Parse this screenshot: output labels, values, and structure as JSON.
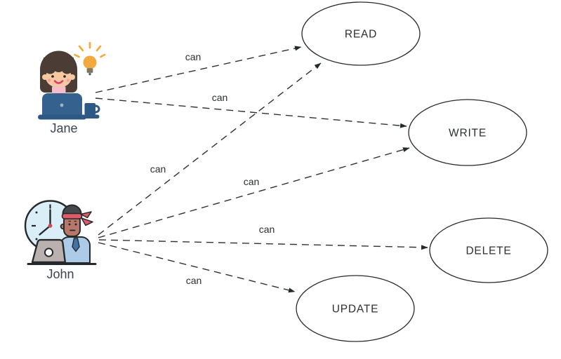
{
  "diagram": {
    "type": "use-case-diagram",
    "background_color": "#ffffff",
    "line_color": "#2f3235",
    "text_color": "#2c2e31",
    "actors": [
      {
        "name": "Jane",
        "icon": "woman-at-laptop-with-idea-bulb-and-coffee"
      },
      {
        "name": "John",
        "icon": "man-at-laptop-with-headband-and-clock"
      }
    ],
    "use_cases": [
      {
        "label": "READ"
      },
      {
        "label": "WRITE"
      },
      {
        "label": "DELETE"
      },
      {
        "label": "UPDATE"
      }
    ],
    "edges": [
      {
        "from": "Jane",
        "to": "READ",
        "label": "can"
      },
      {
        "from": "Jane",
        "to": "WRITE",
        "label": "can"
      },
      {
        "from": "John",
        "to": "READ",
        "label": "can"
      },
      {
        "from": "John",
        "to": "WRITE",
        "label": "can"
      },
      {
        "from": "John",
        "to": "DELETE",
        "label": "can"
      },
      {
        "from": "John",
        "to": "UPDATE",
        "label": "can"
      }
    ],
    "accent_colors": {
      "jane_hair": "#4b3c35",
      "jane_skin": "#f7c9a3",
      "jane_laptop": "#35618f",
      "lightbulb": "#f3a93c",
      "coffee_cup": "#2e5886",
      "clock_face": "#daeef8",
      "john_skin": "#b7776b",
      "john_shirt": "#accbe9",
      "john_headband": "#e05b69",
      "john_laptop": "#b9b0b0",
      "outline": "#26292c"
    }
  }
}
